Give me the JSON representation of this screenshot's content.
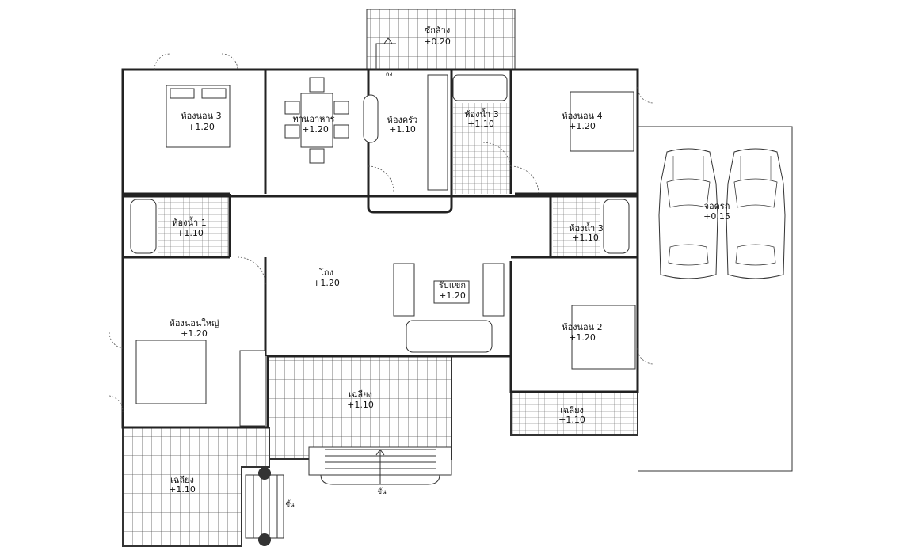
{
  "plan": {
    "rooms": {
      "laundry": {
        "name": "ซักล้าง",
        "level": "+0.20"
      },
      "bedroom3": {
        "name": "ห้องนอน 3",
        "level": "+1.20"
      },
      "dining": {
        "name": "ทานอาหาร",
        "level": "+1.20"
      },
      "kitchen": {
        "name": "ห้องครัว",
        "level": "+1.10"
      },
      "bath_top": {
        "name": "ห้องน้ำ 3",
        "level": "+1.10"
      },
      "bedroom4": {
        "name": "ห้องนอน 4",
        "level": "+1.20"
      },
      "bath1": {
        "name": "ห้องน้ำ 1",
        "level": "+1.10"
      },
      "bath_right": {
        "name": "ห้องน้ำ 3",
        "level": "+1.10"
      },
      "carport": {
        "name": "จอดรถ",
        "level": "+0.15"
      },
      "hall": {
        "name": "โถง",
        "level": "+1.20"
      },
      "living": {
        "name": "รับแขก",
        "level": "+1.20"
      },
      "master": {
        "name": "ห้องนอนใหญ่",
        "level": "+1.20"
      },
      "bedroom2": {
        "name": "ห้องนอน 2",
        "level": "+1.20"
      },
      "terrace_center": {
        "name": "เฉลียง",
        "level": "+1.10"
      },
      "terrace_right": {
        "name": "เฉลียง",
        "level": "+1.10"
      },
      "terrace_left": {
        "name": "เฉลียง",
        "level": "+1.10"
      }
    },
    "stairs": {
      "up_main": "ขึ้น",
      "up_side": "ขึ้น",
      "down_laundry": "ลง"
    }
  }
}
